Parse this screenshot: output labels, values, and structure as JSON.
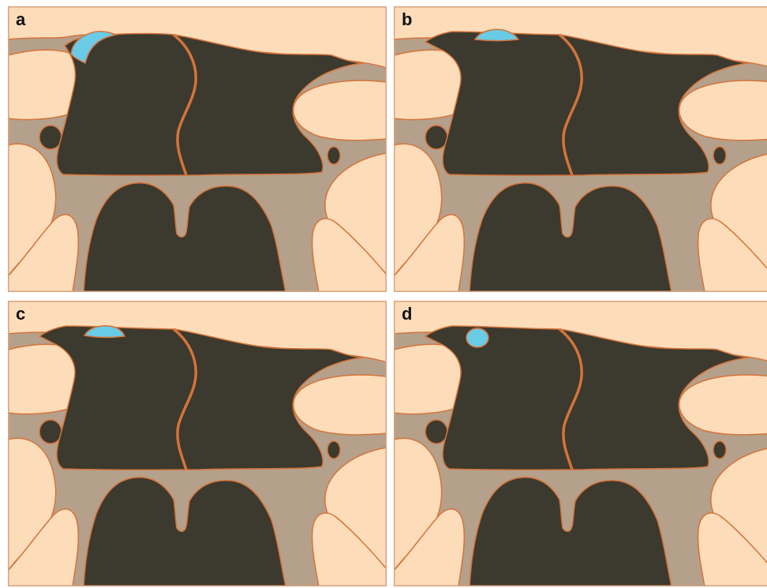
{
  "colors": {
    "background_cells": "#FDDCBA",
    "extracellular_space": "#B5A08B",
    "dark_cells": "#3C392E",
    "outline": "#D4743A",
    "highlight": "#6ACBE7",
    "frame": "#D9A37C"
  },
  "panels": [
    {
      "label": "a",
      "highlight_shape": "wedge-left"
    },
    {
      "label": "b",
      "highlight_shape": "cap-top"
    },
    {
      "label": "c",
      "highlight_shape": "cap-top"
    },
    {
      "label": "d",
      "highlight_shape": "ellipse-left"
    }
  ]
}
